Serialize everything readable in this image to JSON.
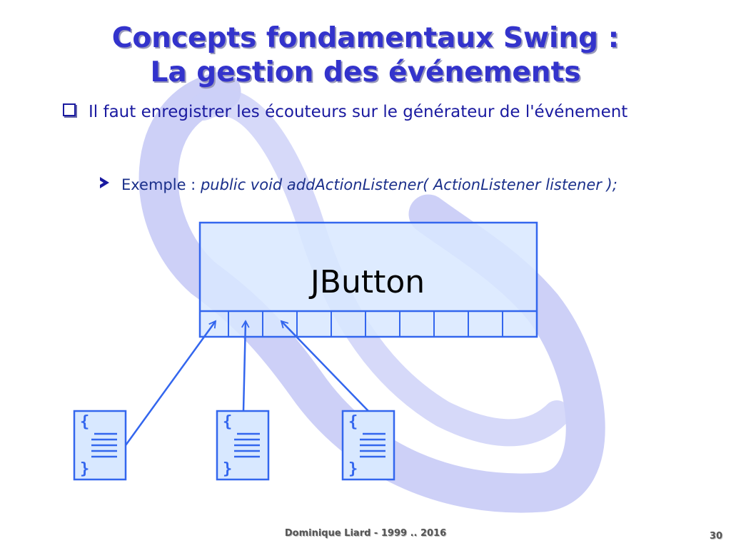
{
  "slide": {
    "title_line1": "Concepts fondamentaux Swing :",
    "title_line2": "La gestion des événements",
    "bullet1": "Il faut enregistrer les écouteurs sur le générateur de l'événement",
    "bullet2_prefix": "Exemple : ",
    "bullet2_code": "public void addActionListener( ActionListener listener );"
  },
  "diagram": {
    "component_label": "JButton",
    "slot_count": 10,
    "listener_count": 3,
    "listener_open_brace": "{",
    "listener_close_brace": "}"
  },
  "footer": {
    "author": "Dominique Liard - 1999 .. 2016",
    "page_number": "30"
  },
  "colors": {
    "title": "#3333cc",
    "text": "#1a1aa0",
    "diagram_stroke": "#3366ee",
    "diagram_fill": "#d8e8ff",
    "background_swoosh": "#c4c8f6"
  }
}
